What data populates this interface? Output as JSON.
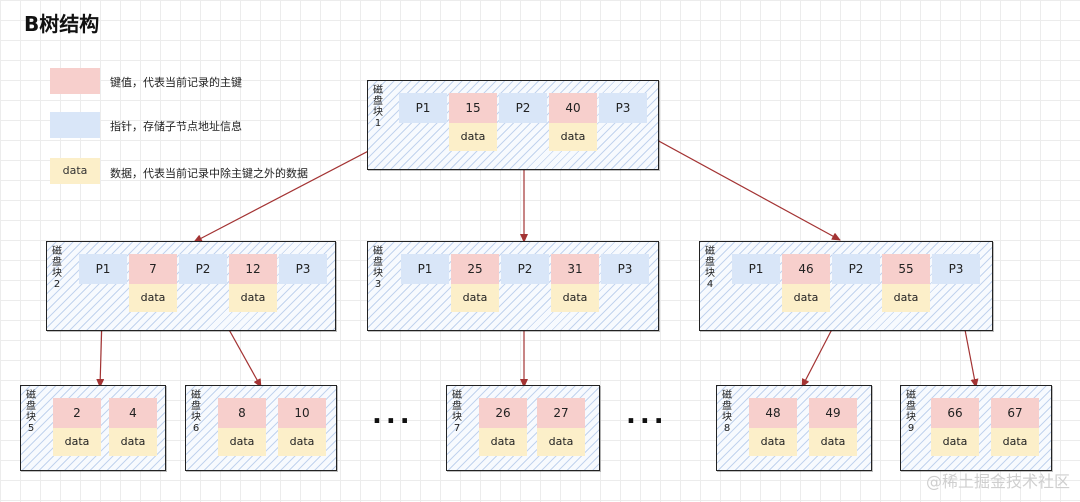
{
  "title": "B树结构",
  "legend": {
    "key_text": "键值，代表当前记录的主键",
    "ptr_text": "指针，存储子节点地址信息",
    "data_swatch": "data",
    "data_text": "数据，代表当前记录中除主键之外的数据"
  },
  "colors": {
    "key": "#f7cfcc",
    "pointer": "#d9e6f8",
    "data": "#fcefc9",
    "arrow": "#a33333"
  },
  "block_prefix": "磁盘块",
  "data_label": "data",
  "root": {
    "num": "1",
    "keys": [
      "15",
      "40"
    ],
    "ptrs": [
      "P1",
      "P2",
      "P3"
    ]
  },
  "level2": [
    {
      "num": "2",
      "keys": [
        "7",
        "12"
      ],
      "ptrs": [
        "P1",
        "P2",
        "P3"
      ]
    },
    {
      "num": "3",
      "keys": [
        "25",
        "31"
      ],
      "ptrs": [
        "P1",
        "P2",
        "P3"
      ]
    },
    {
      "num": "4",
      "keys": [
        "46",
        "55"
      ],
      "ptrs": [
        "P1",
        "P2",
        "P3"
      ]
    }
  ],
  "leaves": [
    {
      "num": "5",
      "keys": [
        "2",
        "4"
      ]
    },
    {
      "num": "6",
      "keys": [
        "8",
        "10"
      ]
    },
    {
      "num": "7",
      "keys": [
        "26",
        "27"
      ]
    },
    {
      "num": "8",
      "keys": [
        "48",
        "49"
      ]
    },
    {
      "num": "9",
      "keys": [
        "66",
        "67"
      ]
    }
  ],
  "ellipsis": "...",
  "watermark": "@稀土掘金技术社区"
}
